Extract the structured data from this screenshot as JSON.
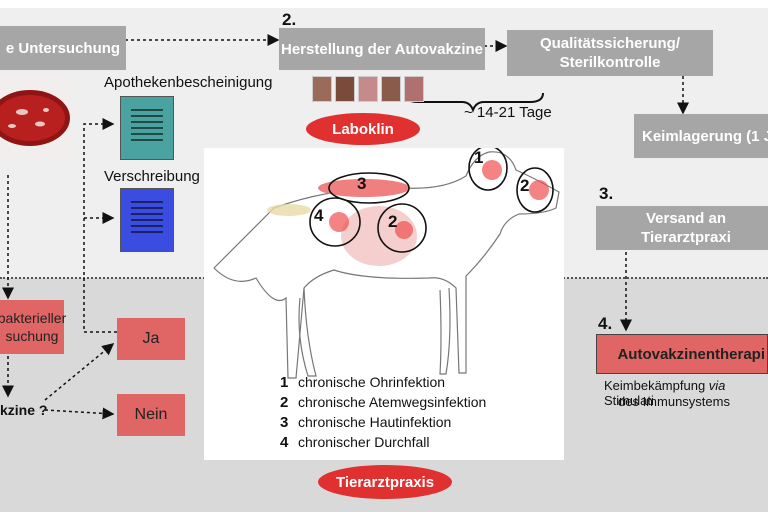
{
  "boxes": {
    "untersuchung": "e Untersuchung",
    "herstellung": "Herstellung der Autovakzine",
    "qualitaet_line1": "Qualitätssicherung/",
    "qualitaet_line2": "Sterilkontrolle",
    "keimlagerung": "Keimlagerung (1 J",
    "versand": "Versand an Tierarztpraxi",
    "bakteriell_line1": "bakterieller",
    "bakteriell_line2": "suchung",
    "ja": "Ja",
    "nein": "Nein",
    "therapie": "Autovakzinentherapi"
  },
  "steps": {
    "s2": "2.",
    "s3": "3.",
    "s4": "4."
  },
  "labels": {
    "apotheke": "Apothekenbescheinigung",
    "verschreibung": "Verschreibung",
    "tage": "~ 14-21 Tage",
    "frage": "kzine ?",
    "keimbekaempfung_pre": "Keimbekämpfung ",
    "keimbekaempfung_via": "via",
    "keimbekaempfung_post": " Stimulati",
    "immunsystem": "des Immunsystems"
  },
  "pills": {
    "laboklin": "Laboklin",
    "tierarztpraxis": "Tierarztpraxis"
  },
  "legend": [
    {
      "n": "1",
      "text": "chronische Ohrinfektion"
    },
    {
      "n": "2",
      "text": "chronische Atemwegsinfektion"
    },
    {
      "n": "3",
      "text": "chronische Hautinfektion"
    },
    {
      "n": "4",
      "text": "chronischer Durchfall"
    }
  ],
  "dog_markers": {
    "m1": "1",
    "m2a": "2",
    "m2b": "2",
    "m3": "3",
    "m4": "4"
  },
  "colors": {
    "grey_box": "#a6a6a6",
    "red_box": "#e06666",
    "pill_red": "#e03030"
  }
}
